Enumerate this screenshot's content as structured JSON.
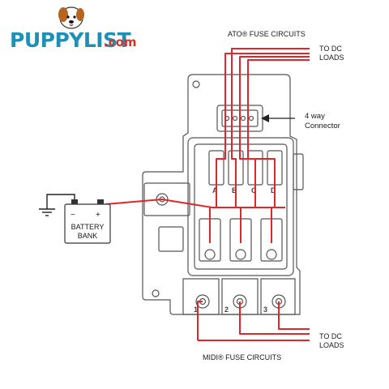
{
  "logo": {
    "brand": "PUPPYLIST",
    "suffix": ".com",
    "colors": {
      "brand": "#1f8fb5",
      "accent": "#d9302a"
    },
    "icon": "dog-mascot-icon"
  },
  "labels": {
    "ato_fuse_circuits": "ATO® FUSE CIRCUITS",
    "to_dc_top_line1": "TO DC",
    "to_dc_top_line2": "LOADS",
    "connector_line1": "4 way",
    "connector_line2": "Connector",
    "battery_line1": "BATTERY",
    "battery_line2": "BANK",
    "battery_minus": "−",
    "battery_plus": "+",
    "to_dc_bottom_line1": "TO DC",
    "to_dc_bottom_line2": "LOADS",
    "midi_fuse_circuits": "MIDI® FUSE CIRCUITS"
  },
  "ato_fuses": [
    "A",
    "B",
    "C",
    "D"
  ],
  "midi_fuses": [
    "1",
    "2",
    "3"
  ],
  "colors": {
    "wire": "#e0262b",
    "outline": "#555555",
    "text": "#1a1a1a"
  }
}
